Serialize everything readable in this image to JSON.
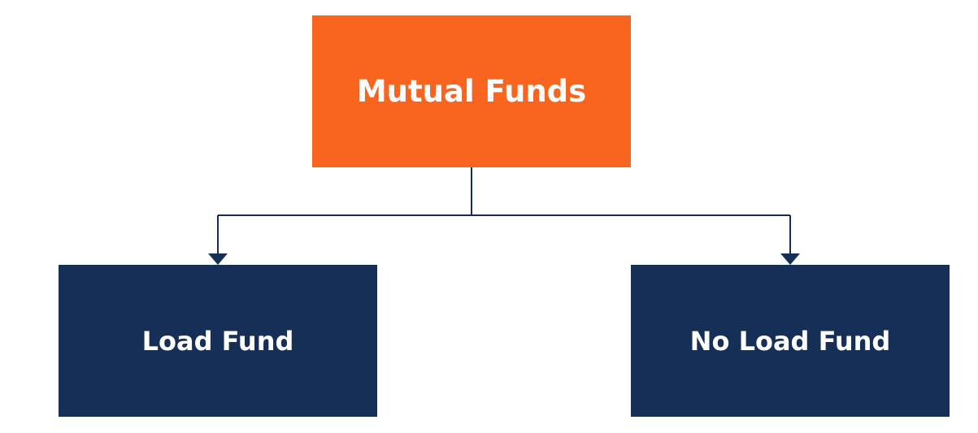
{
  "diagram": {
    "root": {
      "label": "Mutual Funds",
      "color": "#F9641E"
    },
    "children": [
      {
        "label": "Load Fund",
        "color": "#162F57"
      },
      {
        "label": "No Load Fund",
        "color": "#162F57"
      }
    ],
    "connector_color": "#162F57"
  }
}
